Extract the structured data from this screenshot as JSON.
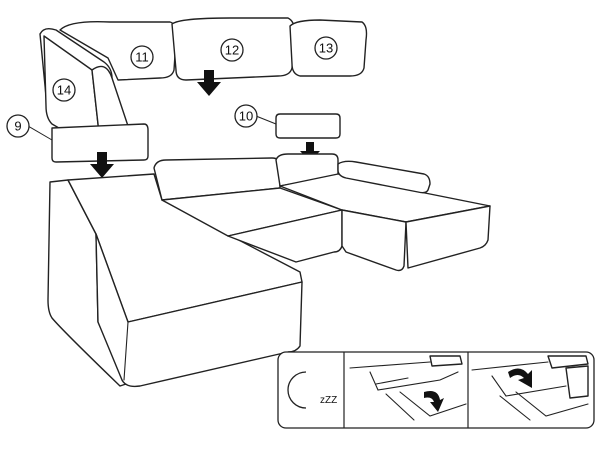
{
  "part_numbers": {
    "p9": "9",
    "p10": "10",
    "p11": "11",
    "p12": "12",
    "p13": "13",
    "p14": "14"
  },
  "inset": {
    "sleep_label": "zZZ",
    "moon_icon": "crescent-moon-icon"
  }
}
